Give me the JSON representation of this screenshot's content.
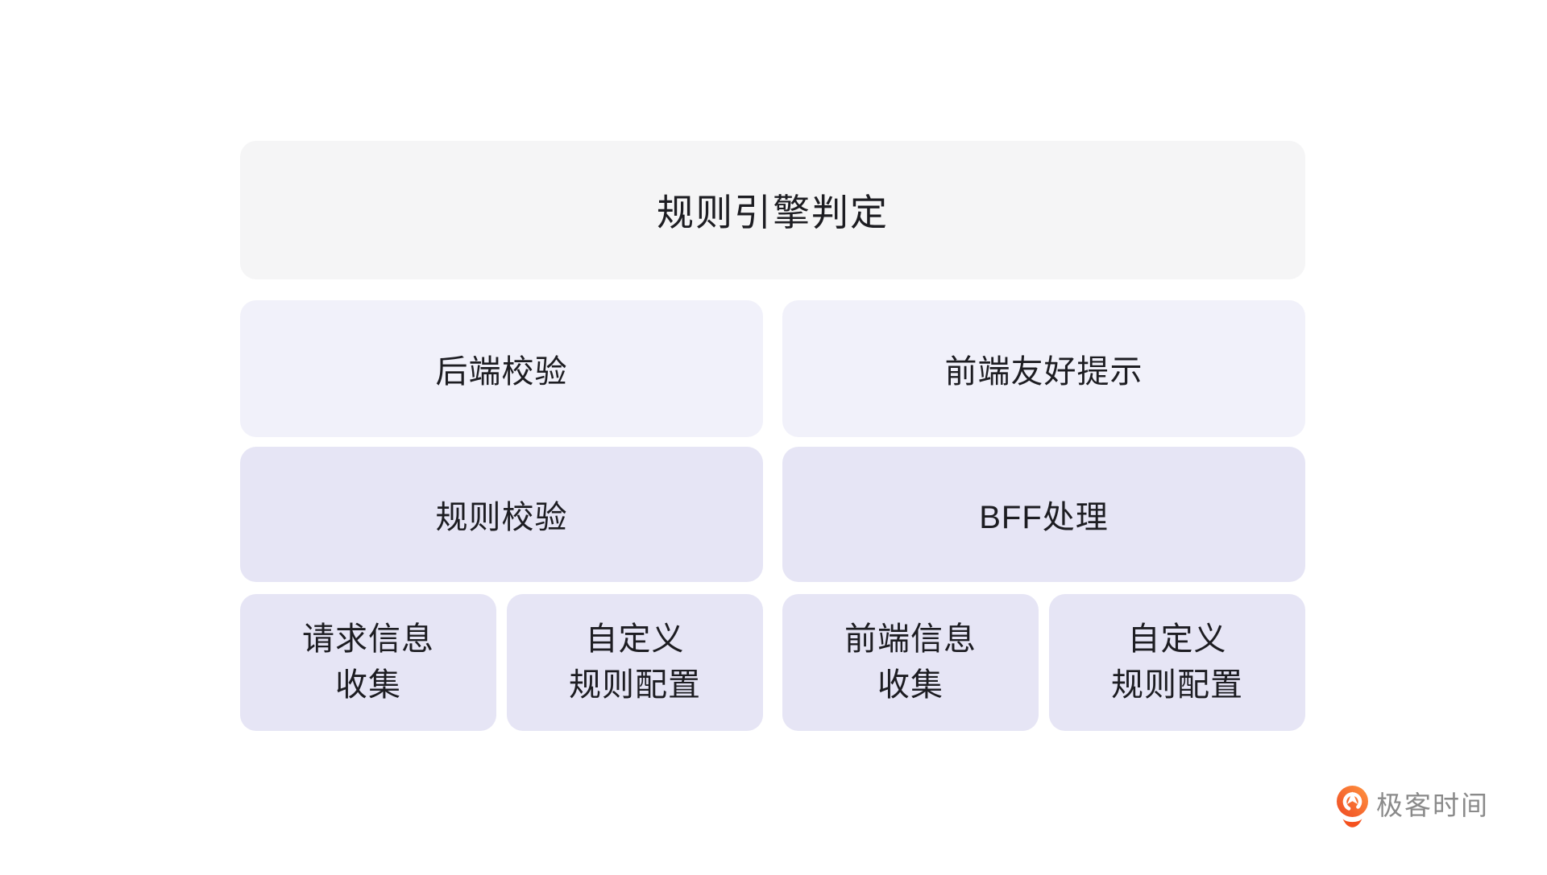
{
  "colors": {
    "page_bg": "#ffffff",
    "header_bg": "#f5f5f6",
    "level1_bg": "#f1f1fa",
    "level2_bg": "#e6e5f5",
    "level3_bg": "#e6e5f5",
    "box_text": "#1d1d22",
    "brand_orange": "#f4511e",
    "brand_orange_light": "#ff9440",
    "brand_text": "#8a8a8a"
  },
  "diagram": {
    "header": {
      "label": "规则引擎判定"
    },
    "branches": [
      {
        "level1": {
          "label": "后端校验"
        },
        "level2": {
          "label": "规则校验"
        },
        "level3": [
          {
            "label": "请求信息\n收集"
          },
          {
            "label": "自定义\n规则配置"
          }
        ]
      },
      {
        "level1": {
          "label": "前端友好提示"
        },
        "level2": {
          "label": "BFF处理"
        },
        "level3": [
          {
            "label": "前端信息\n收集"
          },
          {
            "label": "自定义\n规则配置"
          }
        ]
      }
    ]
  },
  "branding": {
    "logo_text": "极客时间"
  }
}
